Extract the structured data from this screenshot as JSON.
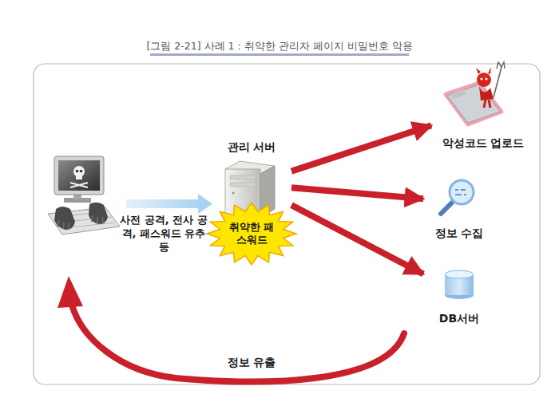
{
  "diagram": {
    "title": "[그림 2-21] 사례 1 : 취약한 관리자 페이지 비밀번호 악용",
    "nodes": [
      {
        "text": [
          "관리 서버"
        ]
      },
      {
        "text": [
          "취약한 패스워드"
        ],
        "in": 0
      },
      {
        "text": [
          "악성코드 업로드"
        ]
      },
      {
        "text": [
          "정보 수집"
        ]
      },
      {
        "text": [
          "DB서버"
        ]
      }
    ],
    "edges": [
      {
        "from": 0,
        "to": 2,
        "arrow": "to"
      },
      {
        "from": 0,
        "to": 3,
        "arrow": "to"
      },
      {
        "from": 0,
        "to": 4,
        "arrow": "to"
      }
    ],
    "labels": [
      "사전 공격, 전사 공격, 패스워드 유추 등",
      "정보 유출"
    ]
  }
}
